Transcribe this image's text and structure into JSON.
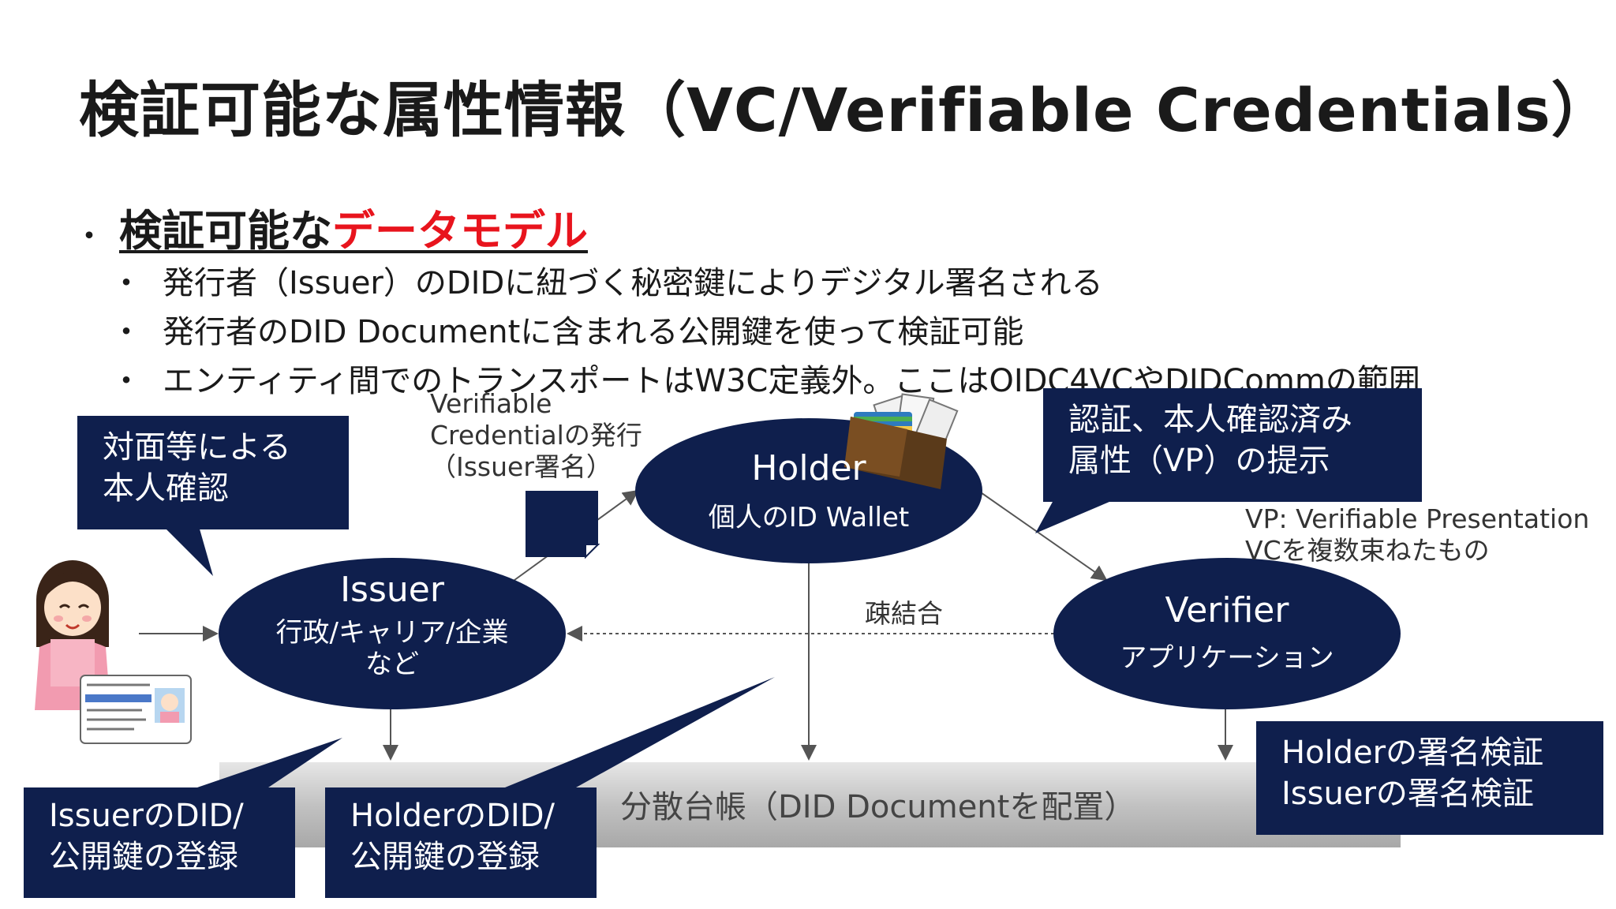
{
  "slide": {
    "title": "検証可能な属性情報（VC/Verifiable Credentials）",
    "bullet_main": {
      "prefix": "検証可能な",
      "highlight": "データモデル",
      "highlight_color": "#e8141d"
    },
    "sub_bullets": [
      "発行者（Issuer）のDIDに紐づく秘密鍵によりデジタル署名される",
      "発行者のDID Documentに含まれる公開鍵を使って検証可能",
      "エンティティ間でのトランスポートはW3C定義外。ここはOIDC4VCやDIDCommの範囲"
    ]
  },
  "diagram": {
    "colors": {
      "node": "#0f1f4d",
      "ledger": "#bdbdbd"
    },
    "issuer": {
      "title": "Issuer",
      "subtitle": "行政/キャリア/企業\nなど"
    },
    "holder": {
      "title": "Holder",
      "subtitle": "個人のID Wallet"
    },
    "verifier": {
      "title": "Verifier",
      "subtitle": "アプリケーション"
    },
    "callouts": {
      "identity": "対面等による\n本人確認",
      "vp": "認証、本人確認済み\n属性（VP）の提示",
      "issuer_reg": "IssuerのDID/\n公開鍵の登録",
      "holder_reg": "HolderのDID/\n公開鍵の登録",
      "verify": "Holderの署名検証\nIssuerの署名検証"
    },
    "labels": {
      "vc_issue": "Verifiable\nCredentialの発行\n（Issuer署名）",
      "vp_def": "VP: Verifiable Presentation\nVCを複数束ねたもの",
      "loose": "疎結合",
      "ledger": "分散台帳（DID Documentを配置）"
    },
    "icons": [
      "person-icon",
      "id-card-icon",
      "wallet-icon",
      "document-icon"
    ]
  }
}
